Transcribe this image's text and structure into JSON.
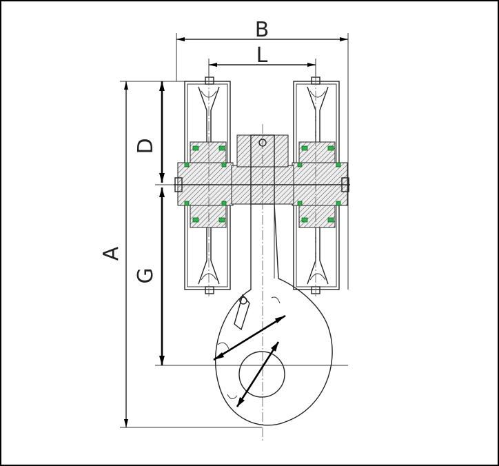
{
  "drawing": {
    "dimension_labels": {
      "B": "B",
      "L": "L",
      "D": "D",
      "A": "A",
      "G": "G"
    },
    "colors": {
      "line": "#000000",
      "hatch": "#444444",
      "bearing_seal": "#2bb34a",
      "background": "#ffffff",
      "border": "#000000"
    }
  }
}
